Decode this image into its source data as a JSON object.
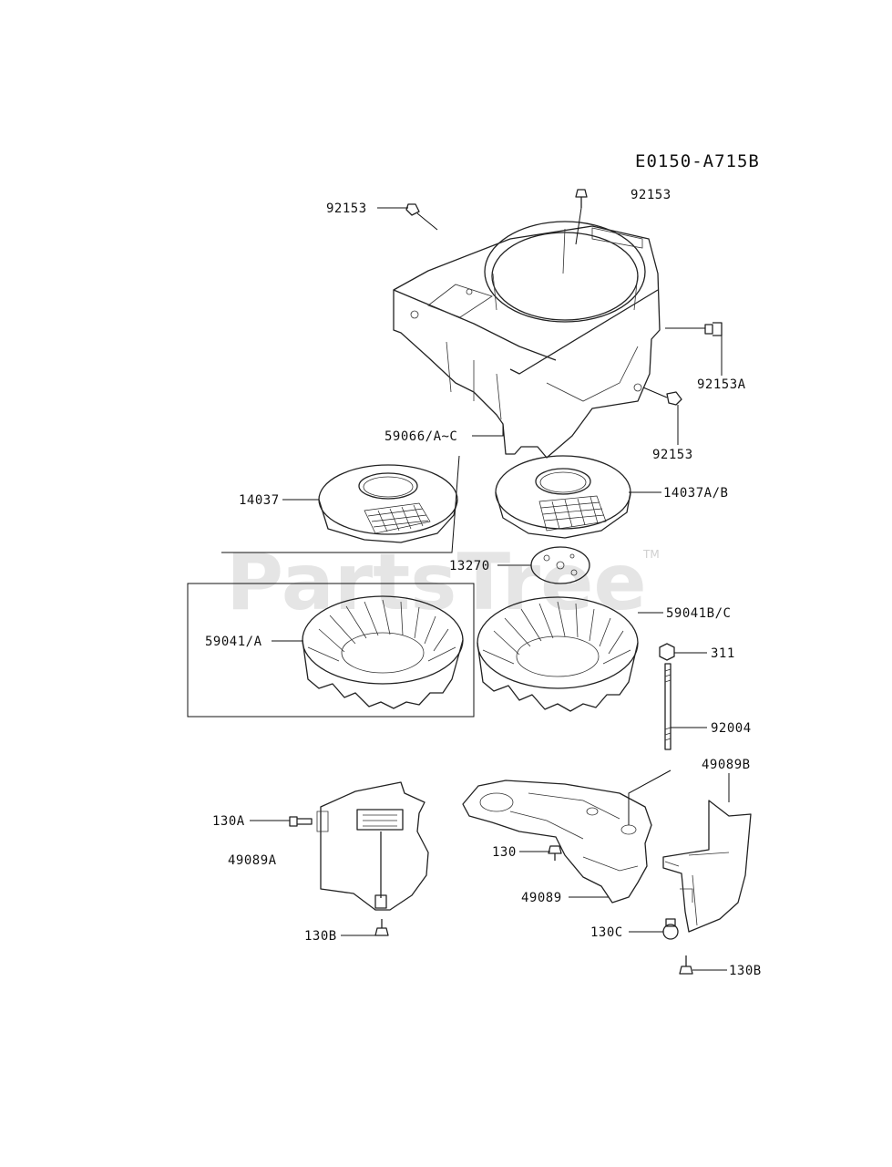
{
  "diagram_code": "E0150-A715B",
  "watermark": "PartsTree",
  "watermark_tm": "TM",
  "callouts": [
    {
      "id": "c-92153-top",
      "label": "92153"
    },
    {
      "id": "c-92153-left",
      "label": "92153"
    },
    {
      "id": "c-92153A",
      "label": "92153A"
    },
    {
      "id": "c-92153-right",
      "label": "92153"
    },
    {
      "id": "c-59066",
      "label": "59066/A~C"
    },
    {
      "id": "c-14037",
      "label": "14037"
    },
    {
      "id": "c-14037AB",
      "label": "14037A/B"
    },
    {
      "id": "c-13270",
      "label": "13270"
    },
    {
      "id": "c-59041A",
      "label": "59041/A"
    },
    {
      "id": "c-59041BC",
      "label": "59041B/C"
    },
    {
      "id": "c-311",
      "label": "311"
    },
    {
      "id": "c-92004",
      "label": "92004"
    },
    {
      "id": "c-49089B",
      "label": "49089B"
    },
    {
      "id": "c-130A",
      "label": "130A"
    },
    {
      "id": "c-49089A",
      "label": "49089A"
    },
    {
      "id": "c-130",
      "label": "130"
    },
    {
      "id": "c-49089",
      "label": "49089"
    },
    {
      "id": "c-130C",
      "label": "130C"
    },
    {
      "id": "c-130B-left",
      "label": "130B"
    },
    {
      "id": "c-130B-right",
      "label": "130B"
    }
  ]
}
